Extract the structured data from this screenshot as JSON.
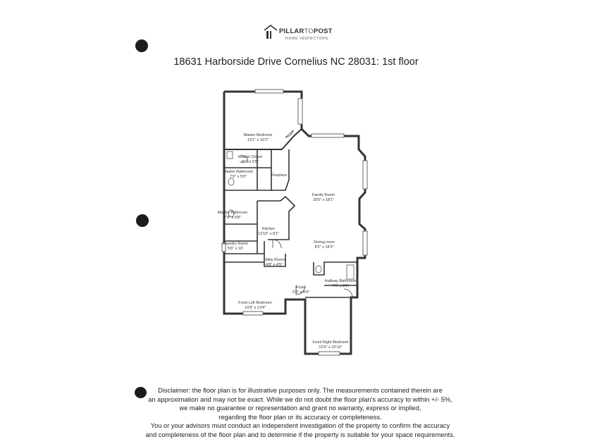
{
  "logo": {
    "name_a": "PILLAR",
    "name_b": "TO",
    "name_c": "POST",
    "tagline": "HOME INSPECTORS",
    "icon": "house-icon"
  },
  "title": "18631 Harborside Drive Cornelius NC 28031: 1st floor",
  "rooms": [
    {
      "name": "Master Bedroom",
      "dims": "13'1\" x 16'2\""
    },
    {
      "name": "Master Closet",
      "dims": "8'7\" x 5'5\""
    },
    {
      "name": "Master Bathroom",
      "dims": "7'6\" x 5'0\""
    },
    {
      "name": "Fireplace",
      "dims": ""
    },
    {
      "name": "Master Bathroom",
      "dims": "7'8\" x 5'8\""
    },
    {
      "name": "Family Room",
      "dims": "18'5\" x 18'1\""
    },
    {
      "name": "Kitchen",
      "dims": "13'10\" x 8'1\""
    },
    {
      "name": "Laundry Room",
      "dims": "5'6\" x 10'"
    },
    {
      "name": "Dining room",
      "dims": "8'2\" x 18'3\""
    },
    {
      "name": "Utility Room",
      "dims": "4'8\" x 4'5\""
    },
    {
      "name": "Hallway Bathroom",
      "dims": "7'6\" x 6'9\""
    },
    {
      "name": "Foyer",
      "dims": "6'8\" x 8'4\""
    },
    {
      "name": "Front Left Bedroom",
      "dims": "10'9\" x 13'4\""
    },
    {
      "name": "Front Right Bedroom",
      "dims": "12'6\" x 10'10\""
    }
  ],
  "disclaimer": [
    "Disclaimer: the floor plan is for illustrative purposes only. The measurements contained therein are",
    "an approximation and may not be exact. While we do not doubt the floor plan's accuracy to within +/- 5%,",
    "we make no guarantee or representation and grant no warranty, express or implied,",
    "regarding the floor plan or its accuracy or completeness.",
    "You or your advisors must conduct an independent investigation of the property to confirm the accuracy",
    "and completeness of the floor plan and to determine if the property is suitable for your space requirements."
  ]
}
